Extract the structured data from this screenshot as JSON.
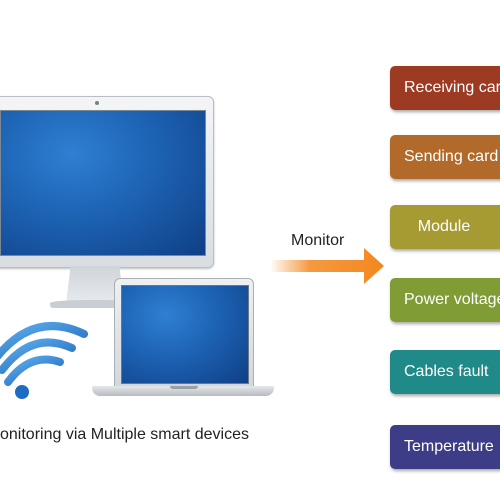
{
  "caption": "onitoring via Multiple smart devices",
  "arrow": {
    "label": "Monitor"
  },
  "cards": [
    {
      "label": "Receiving card",
      "color": "#9c3a22"
    },
    {
      "label": "Sending card",
      "color": "#b26a2a"
    },
    {
      "label": "Module",
      "color": "#a69b33"
    },
    {
      "label": "Power voltage",
      "color": "#7f9d34"
    },
    {
      "label": "Cables fault",
      "color": "#1f8a87"
    },
    {
      "label": "Temperature",
      "color": "#3c3d86"
    }
  ],
  "colors": {
    "arrow_orange": "#f3871f",
    "wifi_blue": "#1d7ad0",
    "screen_blue": "#1d62b3"
  },
  "icons": [
    "wifi-icon",
    "arrow-right-icon",
    "monitor-icon",
    "laptop-icon"
  ]
}
